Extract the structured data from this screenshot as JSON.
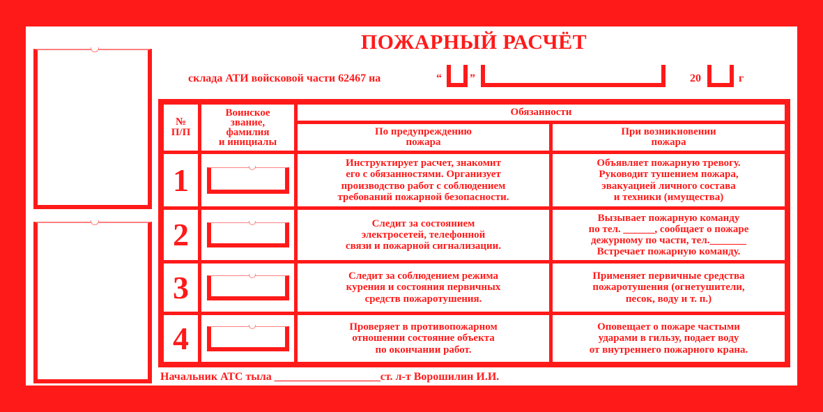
{
  "header": {
    "title": "ПОЖАРНЫЙ РАСЧЁТ",
    "subtitle": "склада АТИ войсковой части 62467  на",
    "quote_open": "“",
    "quote_close": "”",
    "year_prefix": "20",
    "year_suffix": "г"
  },
  "table": {
    "col_num": "№\nП/П",
    "col_name": "Воинское\nзвание,\nфамилия\nи инициалы",
    "col_duties": "Обязанности",
    "col_prevent": "По предупреждению\nпожара",
    "col_fire": "При возникновении\nпожара",
    "rows": [
      {
        "num": "1",
        "prevent": "Инструктирует расчет, знакомит\nего с обязанностями. Организует\nпроизводство работ с соблюдением\nтребований пожарной безопасности.",
        "fire": "Объявляет пожарную тревогу.\nРуководит тушением пожара,\nэвакуацией личного состава\nи техники (имущества)"
      },
      {
        "num": "2",
        "prevent": "Следит за состоянием\nэлектросетей, телефонной\nсвязи и пожарной сигнализации.",
        "fire": "Вызывает пожарную команду\nпо тел. ______, сообщает о пожаре\nдежурному по части, тел._______\nВстречает пожарную команду."
      },
      {
        "num": "3",
        "prevent": "Следит за соблюдением режима\nкурения и состояния первичных\nсредств пожаротушения.",
        "fire": "Применяет первичные средства\nпожаротушения (огнетушители,\nпесок, воду и т. п.)"
      },
      {
        "num": "4",
        "prevent": "Проверяет в противопожарном\nотношении состояние объекта\nпо окончании работ.",
        "fire": "Оповещает о пожаре частыми\nударами в гильзу, подает воду\nот внутреннего пожарного крана."
      }
    ]
  },
  "footer": {
    "text": "Начальник АТС тыла ___________________ст. л-т Ворошилин И.И."
  },
  "colors": {
    "accent": "#ff1a1a",
    "background": "#ffffff"
  }
}
